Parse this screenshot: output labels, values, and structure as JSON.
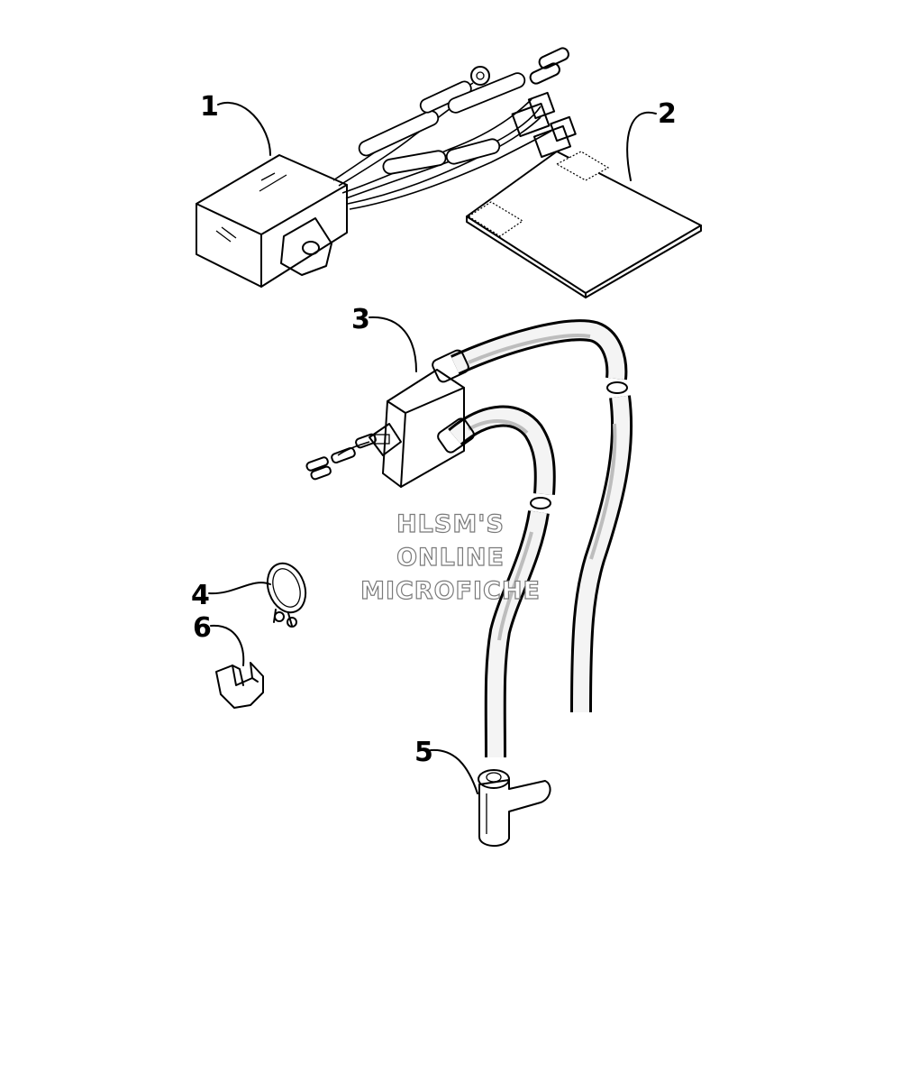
{
  "callouts": {
    "c1": "1",
    "c2": "2",
    "c3": "3",
    "c4": "4",
    "c5": "5",
    "c6": "6"
  },
  "watermark": {
    "line1": "HLSM'S",
    "line2": "ONLINE",
    "line3": "MICROFICHE"
  },
  "colors": {
    "ink": "#000000",
    "paper": "#ffffff",
    "watermark_outline": "#7a7a7a"
  },
  "icons": {
    "part1": "cdi-module-icon",
    "part2": "instruction-sheet-icon",
    "part3": "ignition-coil-icon",
    "part4": "hose-clamp-icon",
    "part5": "spark-plug-cap-icon",
    "part6": "wire-clip-icon"
  }
}
